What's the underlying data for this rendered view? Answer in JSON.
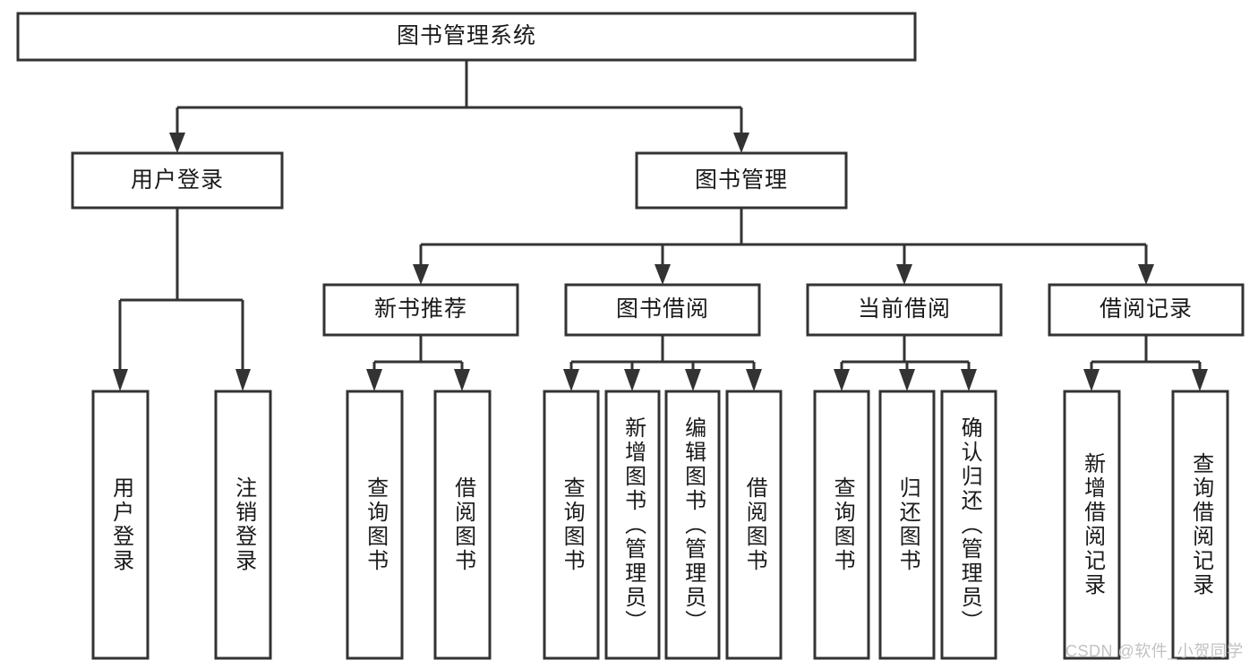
{
  "diagram": {
    "title": "图书管理系统",
    "type": "hierarchical-tree",
    "root": {
      "id": "root",
      "label": "图书管理系统",
      "orientation": "horizontal"
    },
    "level2": [
      {
        "id": "user-login",
        "label": "用户登录",
        "orientation": "horizontal"
      },
      {
        "id": "book-manage",
        "label": "图书管理",
        "orientation": "horizontal"
      }
    ],
    "level3": [
      {
        "id": "new-book-recommend",
        "label": "新书推荐",
        "orientation": "horizontal",
        "parent": "book-manage"
      },
      {
        "id": "book-borrow",
        "label": "图书借阅",
        "orientation": "horizontal",
        "parent": "book-manage"
      },
      {
        "id": "current-borrow",
        "label": "当前借阅",
        "orientation": "horizontal",
        "parent": "book-manage"
      },
      {
        "id": "borrow-record",
        "label": "借阅记录",
        "orientation": "horizontal",
        "parent": "book-manage"
      }
    ],
    "leaves": [
      {
        "id": "leaf-user-login",
        "label": "用户登录",
        "orientation": "vertical",
        "parent": "user-login"
      },
      {
        "id": "leaf-user-logout",
        "label": "注销登录",
        "orientation": "vertical",
        "parent": "user-login"
      },
      {
        "id": "leaf-query-book-1",
        "label": "查询图书",
        "orientation": "vertical",
        "parent": "new-book-recommend"
      },
      {
        "id": "leaf-borrow-book-1",
        "label": "借阅图书",
        "orientation": "vertical",
        "parent": "new-book-recommend"
      },
      {
        "id": "leaf-query-book-2",
        "label": "查询图书",
        "orientation": "vertical",
        "parent": "book-borrow"
      },
      {
        "id": "leaf-add-book",
        "label": "新增图书（管理员）",
        "orientation": "vertical",
        "parent": "book-borrow"
      },
      {
        "id": "leaf-edit-book",
        "label": "编辑图书（管理员）",
        "orientation": "vertical",
        "parent": "book-borrow"
      },
      {
        "id": "leaf-borrow-book-2",
        "label": "借阅图书",
        "orientation": "vertical",
        "parent": "book-borrow"
      },
      {
        "id": "leaf-query-book-3",
        "label": "查询图书",
        "orientation": "vertical",
        "parent": "current-borrow"
      },
      {
        "id": "leaf-return-book",
        "label": "归还图书",
        "orientation": "vertical",
        "parent": "current-borrow"
      },
      {
        "id": "leaf-confirm-return",
        "label": "确认归还（管理员）",
        "orientation": "vertical",
        "parent": "current-borrow"
      },
      {
        "id": "leaf-add-record",
        "label": "新增借阅记录",
        "orientation": "vertical",
        "parent": "borrow-record"
      },
      {
        "id": "leaf-query-record",
        "label": "查询借阅记录",
        "orientation": "vertical",
        "parent": "borrow-record"
      }
    ],
    "colors": {
      "stroke": "#333333",
      "fill": "#ffffff",
      "text": "#1a1a1a",
      "watermark": "#c2c2c2",
      "background": "#ffffff"
    }
  },
  "watermark": {
    "text": "CSDN @软件_小贺同学"
  }
}
